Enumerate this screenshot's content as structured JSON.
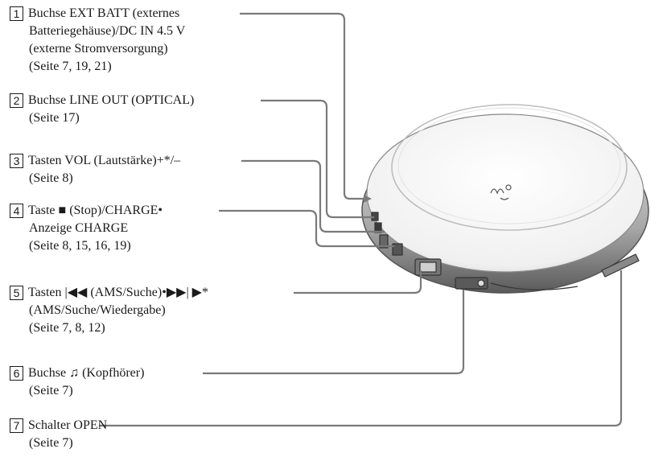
{
  "callouts": [
    {
      "number": "1",
      "lines": [
        "Buchse EXT BATT (externes",
        "Batteriegehäuse)/DC IN 4.5 V",
        "(externe Stromversorgung)",
        "(Seite 7, 19, 21)"
      ]
    },
    {
      "number": "2",
      "lines": [
        "Buchse LINE OUT (OPTICAL)",
        "(Seite 17)"
      ]
    },
    {
      "number": "3",
      "lines": [
        "Tasten VOL (Lautstärke)+*/–",
        "(Seite 8)"
      ]
    },
    {
      "number": "4",
      "lines": [
        "Taste ■ (Stop)/CHARGE•",
        "Anzeige CHARGE",
        "(Seite 8, 15, 16, 19)"
      ]
    },
    {
      "number": "5",
      "lines": [
        "Tasten |◀◀ (AMS/Suche)•▶▶| ▶*",
        "(AMS/Suche/Wiedergabe)",
        "(Seite 7, 8, 12)"
      ]
    },
    {
      "number": "6",
      "lines": [
        "Buchse ♫ (Kopfhörer)",
        "(Seite 7)"
      ]
    },
    {
      "number": "7",
      "lines": [
        "Schalter OPEN",
        "(Seite 7)"
      ]
    }
  ],
  "device": {
    "logo_text": "WALKMAN logo"
  },
  "colors": {
    "leader": "#7a7a7a",
    "ink": "#1a1a1a"
  }
}
